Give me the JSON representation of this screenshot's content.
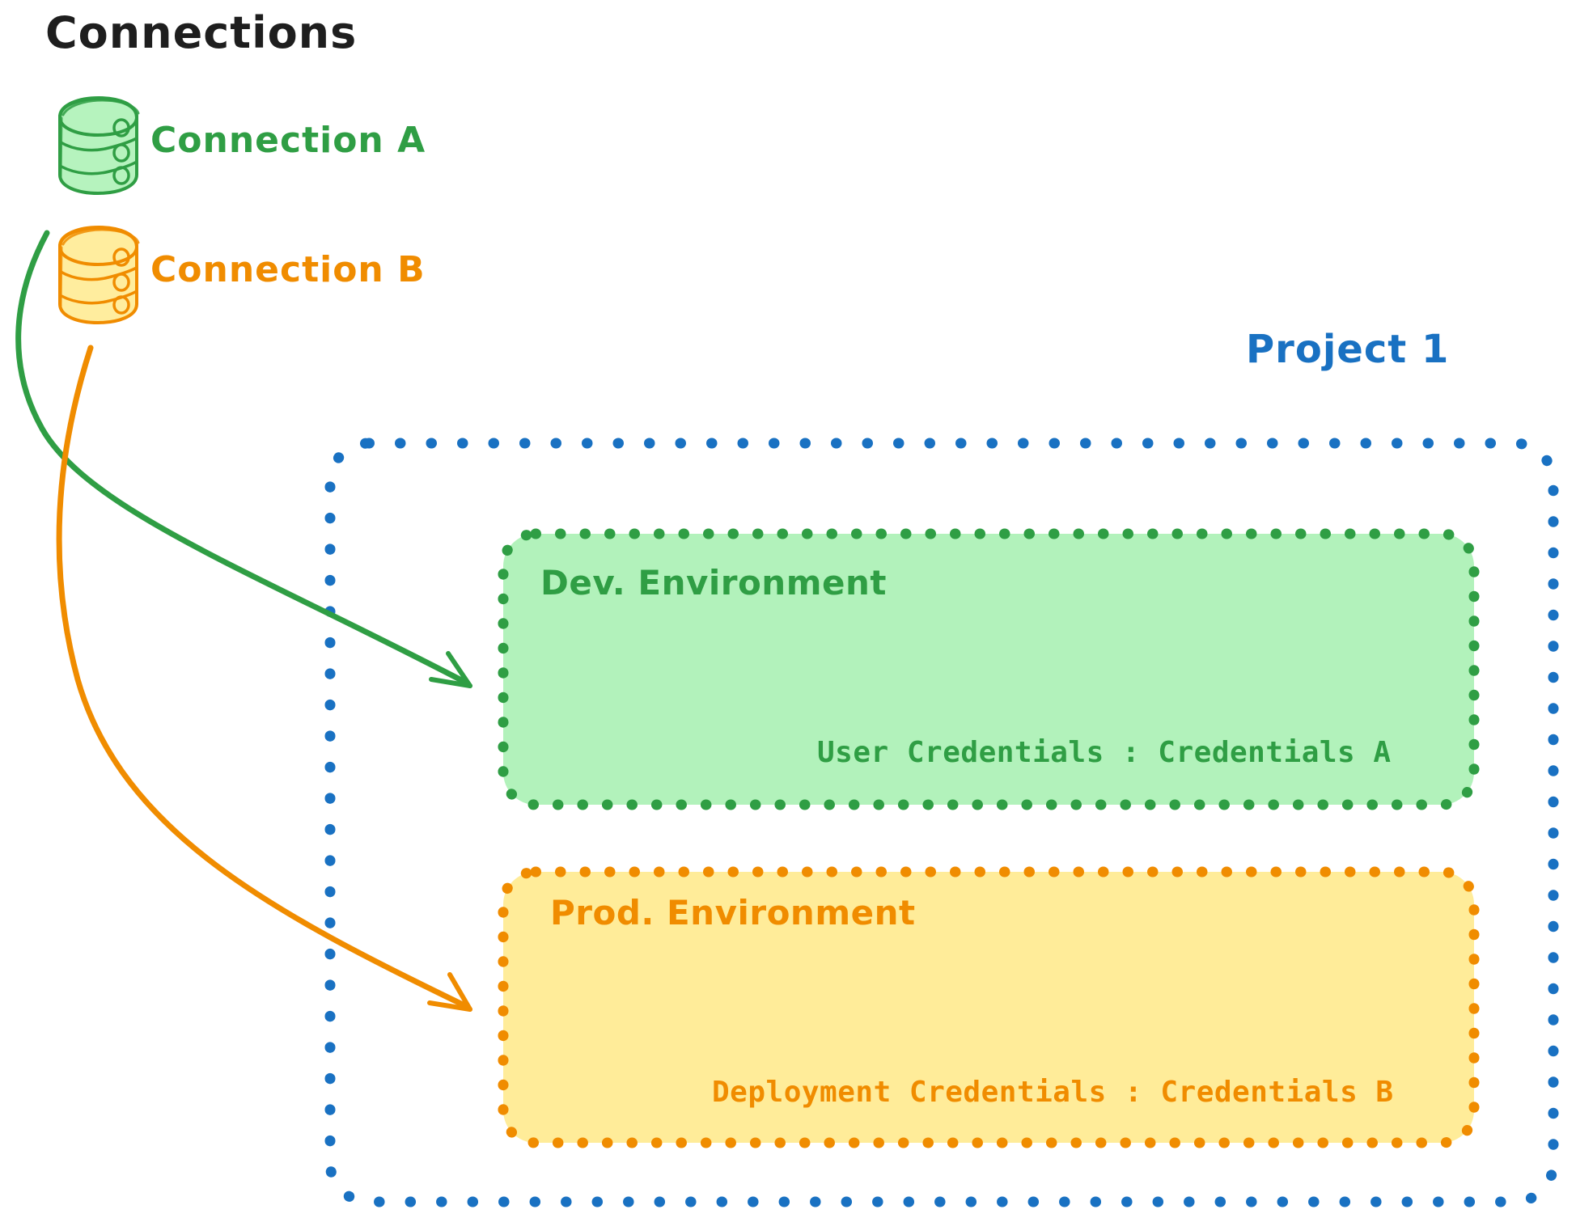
{
  "diagram": {
    "title": "Connections",
    "connections": [
      {
        "id": "a",
        "label": "Connection A",
        "color": "#2f9e44",
        "icon": "database-cylinder-icon"
      },
      {
        "id": "b",
        "label": "Connection B",
        "color": "#f08c00",
        "icon": "database-cylinder-icon"
      }
    ],
    "project": {
      "title": "Project 1",
      "color": "#1971c2",
      "environments": [
        {
          "id": "dev",
          "title": "Dev. Environment",
          "credentials_label": "User Credentials",
          "credentials_separator": ":",
          "credentials_value": "Credentials A",
          "credentials_text": "User Credentials : Credentials A",
          "border_color": "#2f9e44",
          "fill_color": "#b2f2bb"
        },
        {
          "id": "prod",
          "title": "Prod. Environment",
          "credentials_label": "Deployment Credentials",
          "credentials_separator": ":",
          "credentials_value": "Credentials B",
          "credentials_text": "Deployment Credentials : Credentials B",
          "border_color": "#f08c00",
          "fill_color": "#ffec99"
        }
      ]
    },
    "arrows": [
      {
        "id": "a-to-dev",
        "from": "Connection A",
        "to": "Dev. Environment",
        "color": "#2f9e44"
      },
      {
        "id": "b-to-prod",
        "from": "Connection B",
        "to": "Prod. Environment",
        "color": "#f08c00"
      }
    ]
  }
}
